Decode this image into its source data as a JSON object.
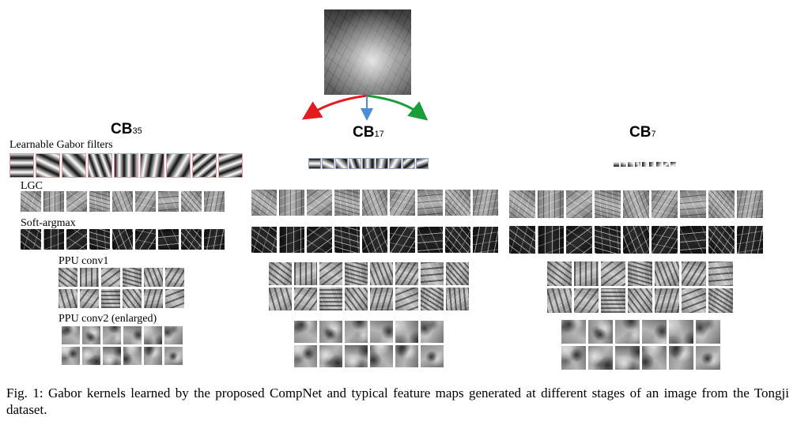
{
  "cb_left": {
    "name": "CB",
    "sub": "35"
  },
  "cb_mid": {
    "name": "CB",
    "sub": "17"
  },
  "cb_right": {
    "name": "CB",
    "sub": "7"
  },
  "labels": {
    "gabor": "Learnable Gabor filters",
    "lgc": "LGC",
    "softargmax": "Soft-argmax",
    "ppu1": "PPU conv1",
    "ppu2": "PPU conv2 (enlarged)"
  },
  "caption": "Fig. 1: Gabor kernels learned by the proposed CompNet and typical feature maps generated at different stages of an image from the Tongji dataset.",
  "colors": {
    "red_arrow": "#e41a1c",
    "blue_arrow": "#4a8fd4",
    "green_arrow": "#1a9e3a",
    "gabor_border": "#e39aa2"
  }
}
